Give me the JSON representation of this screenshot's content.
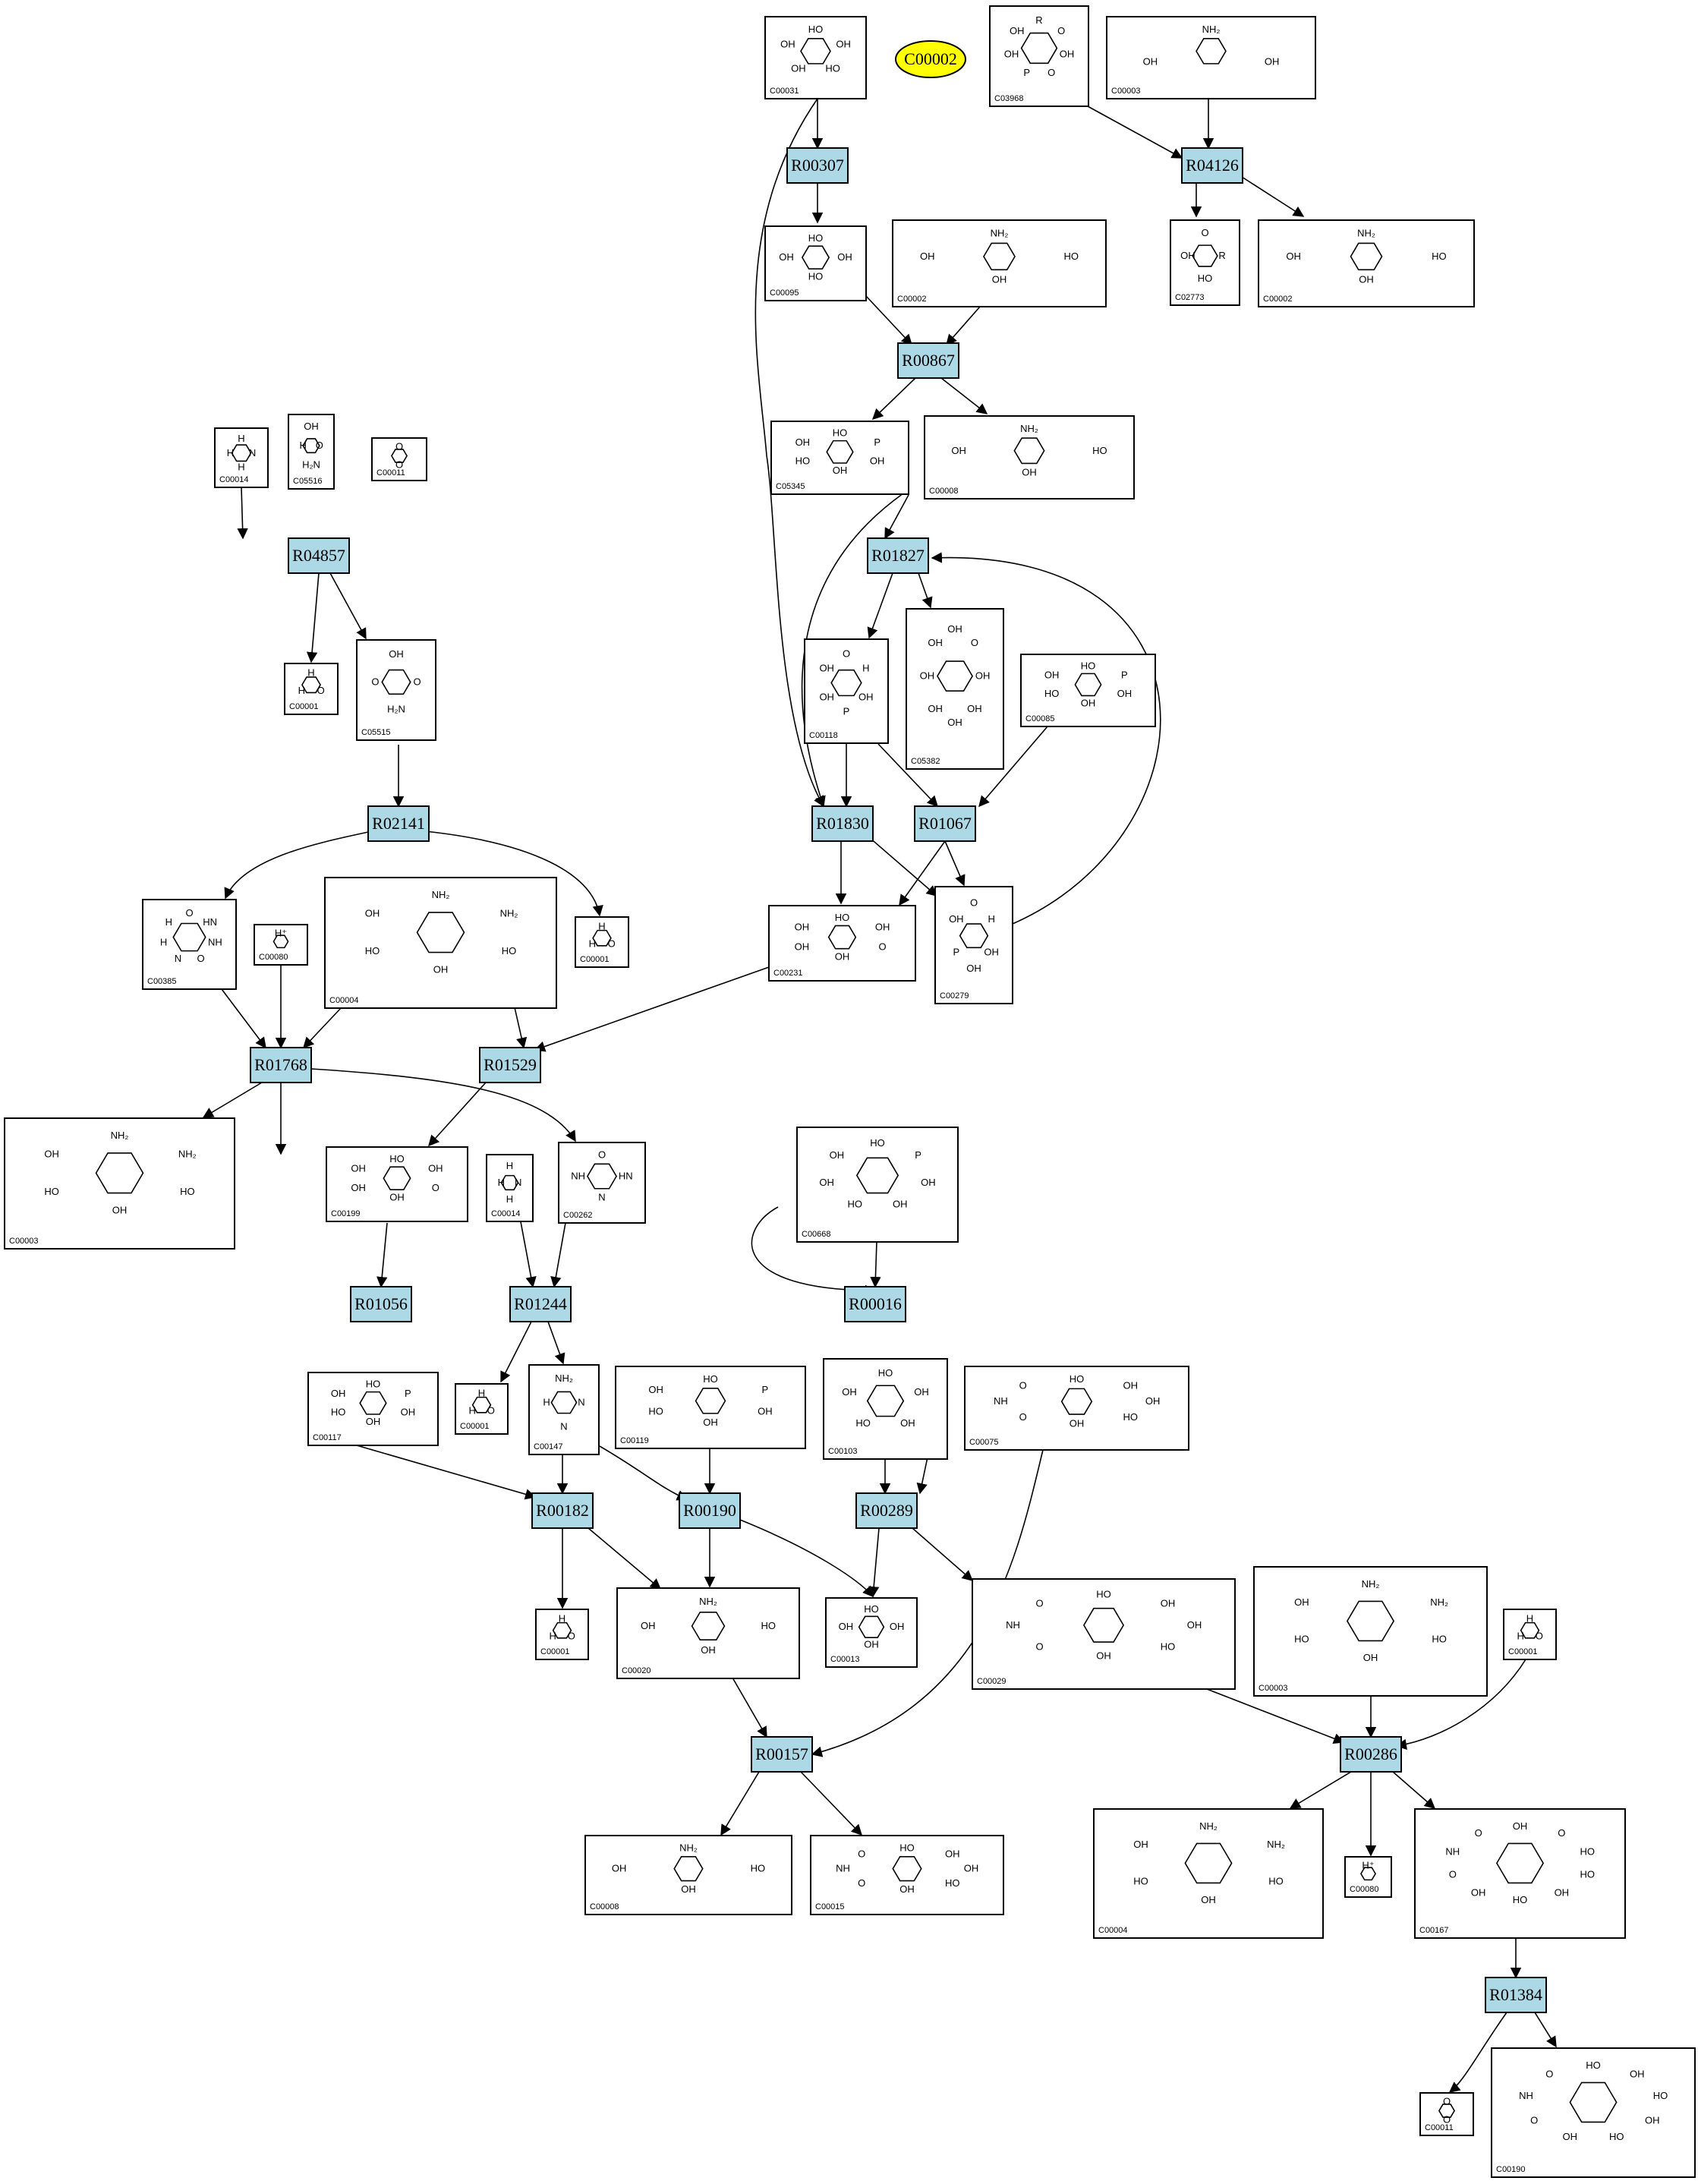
{
  "highlight": {
    "label": "C00002",
    "color": "#ffff00"
  },
  "colors": {
    "reaction_fill": "#add8e6",
    "compound_fill": "#ffffff",
    "stroke": "#000000"
  },
  "reactions": [
    "R00307",
    "R04126",
    "R00867",
    "R04857",
    "R01827",
    "R02141",
    "R01830",
    "R01067",
    "R01768",
    "R01529",
    "R01056",
    "R01244",
    "R00016",
    "R00182",
    "R00190",
    "R00289",
    "R00157",
    "R00286",
    "R01384"
  ],
  "compounds": [
    {
      "id": "C00031",
      "atoms": [
        "HO",
        "OH",
        "HO",
        "OH",
        "OH"
      ]
    },
    {
      "id": "C03968",
      "atoms": [
        "R",
        "O",
        "OH",
        "O",
        "P",
        "OH",
        "OH"
      ]
    },
    {
      "id": "C00003",
      "atoms": [
        "NH₂",
        "OH",
        "OH"
      ]
    },
    {
      "id": "C00095",
      "atoms": [
        "HO",
        "OH",
        "HO",
        "OH"
      ]
    },
    {
      "id": "C00002",
      "atoms": [
        "NH₂",
        "HO",
        "OH",
        "OH"
      ]
    },
    {
      "id": "C02773",
      "atoms": [
        "O",
        "R",
        "HO",
        "OH"
      ]
    },
    {
      "id": "C00002",
      "atoms": [
        "NH₂",
        "HO",
        "OH",
        "OH"
      ]
    },
    {
      "id": "C00014",
      "atoms": [
        "H",
        "N",
        "H",
        "H"
      ]
    },
    {
      "id": "C05516",
      "atoms": [
        "OH",
        "O",
        "H₂N",
        "H"
      ]
    },
    {
      "id": "C00011",
      "atoms": [
        "O",
        "O"
      ]
    },
    {
      "id": "C05345",
      "atoms": [
        "HO",
        "P",
        "OH",
        "OH",
        "HO",
        "OH"
      ]
    },
    {
      "id": "C00008",
      "atoms": [
        "NH₂",
        "HO",
        "OH",
        "OH"
      ]
    },
    {
      "id": "C00001",
      "atoms": [
        "H",
        "O",
        "H"
      ]
    },
    {
      "id": "C05515",
      "atoms": [
        "OH",
        "O",
        "H₂N",
        "O"
      ]
    },
    {
      "id": "C00118",
      "atoms": [
        "O",
        "H",
        "OH",
        "P",
        "OH",
        "OH"
      ]
    },
    {
      "id": "C05382",
      "atoms": [
        "OH",
        "O",
        "OH",
        "OH",
        "OH",
        "OH",
        "OH",
        "OH"
      ]
    },
    {
      "id": "C00085",
      "atoms": [
        "HO",
        "P",
        "OH",
        "OH",
        "HO",
        "OH"
      ]
    },
    {
      "id": "C00385",
      "atoms": [
        "O",
        "HN",
        "NH",
        "O",
        "N",
        "H",
        "H"
      ]
    },
    {
      "id": "C00080",
      "atoms": [
        "H⁺"
      ]
    },
    {
      "id": "C00004",
      "atoms": [
        "NH₂",
        "NH₂",
        "HO",
        "OH",
        "HO",
        "OH"
      ]
    },
    {
      "id": "C00001",
      "atoms": [
        "H",
        "O",
        "H"
      ]
    },
    {
      "id": "C00231",
      "atoms": [
        "HO",
        "OH",
        "O",
        "OH",
        "OH",
        "OH"
      ]
    },
    {
      "id": "C00279",
      "atoms": [
        "O",
        "H",
        "OH",
        "OH",
        "P",
        "OH"
      ]
    },
    {
      "id": "C00003",
      "atoms": [
        "NH₂",
        "NH₂",
        "HO",
        "OH",
        "HO",
        "OH"
      ]
    },
    {
      "id": "C00001",
      "atoms": [
        "H",
        "O",
        "H"
      ]
    },
    {
      "id": "C00199",
      "atoms": [
        "HO",
        "OH",
        "O",
        "OH",
        "OH",
        "OH"
      ]
    },
    {
      "id": "C00014",
      "atoms": [
        "H",
        "N",
        "H",
        "H"
      ]
    },
    {
      "id": "C00262",
      "atoms": [
        "O",
        "HN",
        "N",
        "NH"
      ]
    },
    {
      "id": "C00668",
      "atoms": [
        "HO",
        "P",
        "OH",
        "OH",
        "HO",
        "OH",
        "OH"
      ]
    },
    {
      "id": "C00117",
      "atoms": [
        "HO",
        "P",
        "OH",
        "OH",
        "HO",
        "OH"
      ]
    },
    {
      "id": "C00001",
      "atoms": [
        "H",
        "O",
        "H"
      ]
    },
    {
      "id": "C00147",
      "atoms": [
        "NH₂",
        "N",
        "N",
        "H"
      ]
    },
    {
      "id": "C00119",
      "atoms": [
        "HO",
        "P",
        "OH",
        "OH",
        "HO",
        "OH"
      ]
    },
    {
      "id": "C00103",
      "atoms": [
        "HO",
        "OH",
        "OH",
        "HO",
        "OH"
      ]
    },
    {
      "id": "C00075",
      "atoms": [
        "HO",
        "OH",
        "OH",
        "HO",
        "OH",
        "O",
        "NH",
        "O"
      ]
    },
    {
      "id": "C00001",
      "atoms": [
        "H",
        "O",
        "H"
      ]
    },
    {
      "id": "C00020",
      "atoms": [
        "NH₂",
        "HO",
        "OH",
        "OH"
      ]
    },
    {
      "id": "C00013",
      "atoms": [
        "HO",
        "OH",
        "OH",
        "OH"
      ]
    },
    {
      "id": "C00029",
      "atoms": [
        "HO",
        "OH",
        "OH",
        "HO",
        "OH",
        "O",
        "NH",
        "O"
      ]
    },
    {
      "id": "C00003",
      "atoms": [
        "NH₂",
        "NH₂",
        "HO",
        "OH",
        "HO",
        "OH"
      ]
    },
    {
      "id": "C00001",
      "atoms": [
        "H",
        "O",
        "H"
      ]
    },
    {
      "id": "C00008",
      "atoms": [
        "NH₂",
        "HO",
        "OH",
        "OH"
      ]
    },
    {
      "id": "C00015",
      "atoms": [
        "HO",
        "OH",
        "OH",
        "HO",
        "OH",
        "O",
        "NH",
        "O"
      ]
    },
    {
      "id": "C00004",
      "atoms": [
        "NH₂",
        "NH₂",
        "HO",
        "OH",
        "HO",
        "OH"
      ]
    },
    {
      "id": "C00080",
      "atoms": [
        "H⁺"
      ]
    },
    {
      "id": "C00167",
      "atoms": [
        "OH",
        "O",
        "HO",
        "HO",
        "OH",
        "HO",
        "OH",
        "O",
        "NH",
        "O"
      ]
    },
    {
      "id": "C00011",
      "atoms": [
        "O",
        "O"
      ]
    },
    {
      "id": "C00190",
      "atoms": [
        "HO",
        "OH",
        "HO",
        "OH",
        "HO",
        "OH",
        "O",
        "NH",
        "O"
      ]
    }
  ]
}
